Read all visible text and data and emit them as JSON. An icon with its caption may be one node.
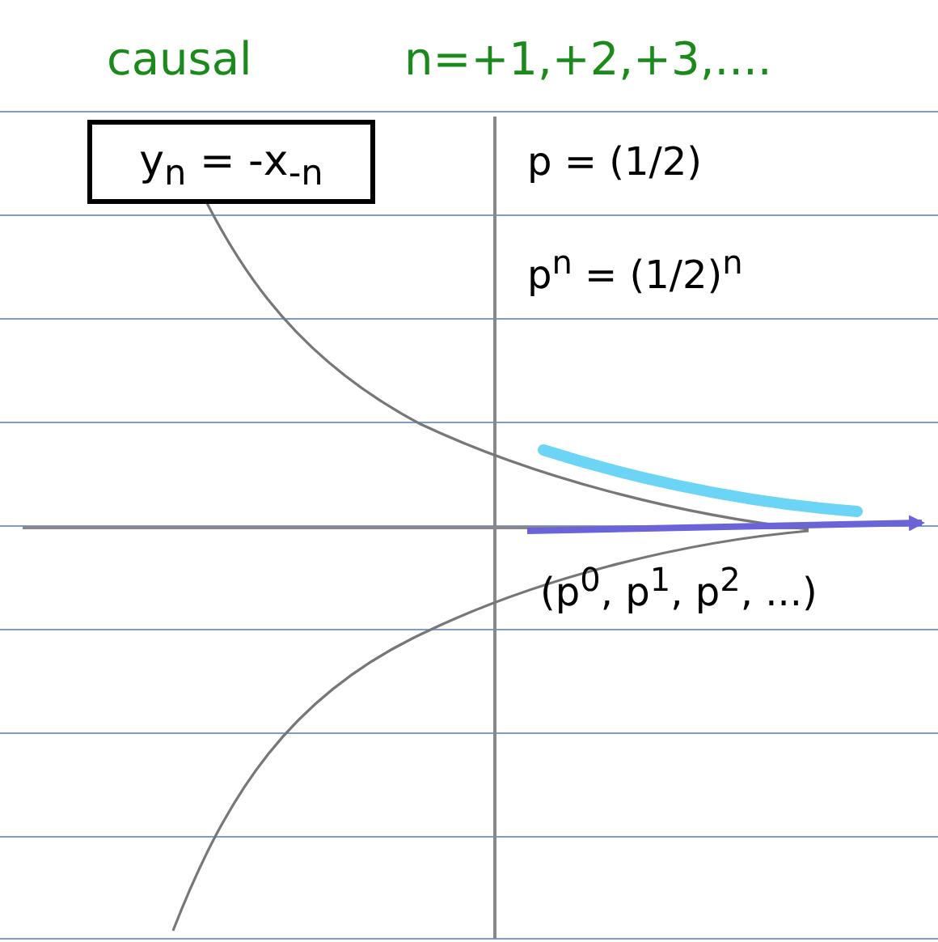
{
  "diagram": {
    "nodes": [
      {
        "text": [
          "y$_{n}$ = -x$_{-n}$"
        ]
      }
    ],
    "labels": [
      "causal",
      "n=+1,+2,+3,....",
      "p = (1/2)",
      "p$^{n}$ = (1/2)$^{n}$",
      "(p$^{0}$, p$^{1}$, p$^{2}$, ...)"
    ]
  }
}
